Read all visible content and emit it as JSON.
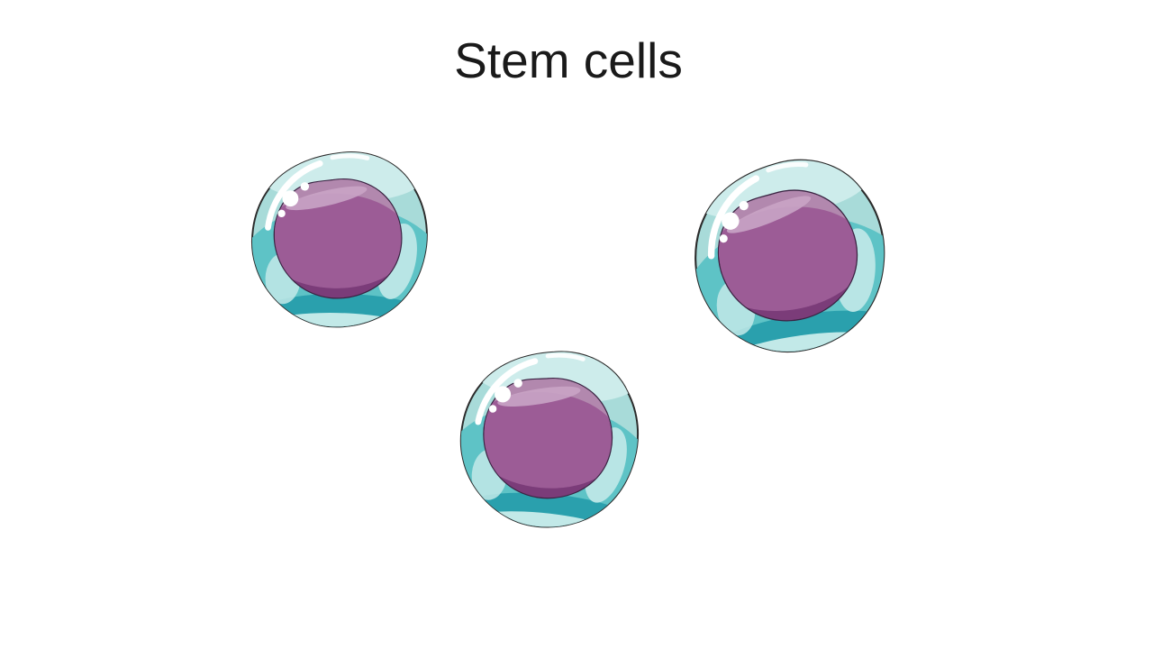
{
  "page": {
    "title": "Stem cells",
    "background_color": "#ffffff",
    "title_color": "#1a1a1a"
  },
  "illustration": {
    "cell_count": 3,
    "cells": [
      {
        "label": "stem cell top left"
      },
      {
        "label": "stem cell top right"
      },
      {
        "label": "stem cell bottom center"
      }
    ],
    "colors": {
      "outline": "#2b2b2b",
      "cytoplasm_light": "#a8dbd9",
      "cytoplasm_lighter": "#cdeceb",
      "cytoplasm_mid": "#5ec3c6",
      "cytoplasm_dark": "#2aa0ad",
      "cytoplasm_rim": "#c2e9e8",
      "highlight": "#ffffff",
      "nucleus": "#9c5c96",
      "nucleus_dark": "#7b3c79",
      "nucleus_light": "#b288ae",
      "nucleus_streak": "#c9a4c5",
      "nucleus_outline": "#3a2342",
      "bubble": "#ffffff"
    }
  }
}
